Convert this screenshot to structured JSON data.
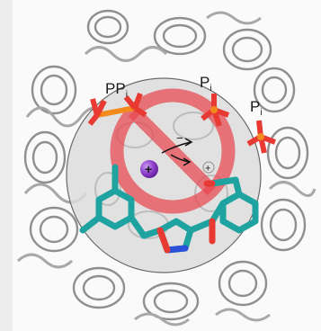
{
  "labels": {
    "ppi_main": "PP",
    "ppi_sub": "i",
    "pi1_main": "P",
    "pi1_sub": "i",
    "pi2_main": "P",
    "pi2_sub": "i",
    "cation_sign": "+",
    "minus_sign": "−",
    "plus_sign": "+"
  },
  "icons": {
    "prohibition": "no-entry-sign-icon",
    "cation": "cation-sphere-icon",
    "arrows": "diverging-arrows-icon"
  },
  "colors": {
    "background": "#ededed",
    "panel": "#fafafa",
    "protein": "#9a9a9a",
    "membrane_disc": "#d9d9d9",
    "prohibition": "#e8474d",
    "inhibitor_carbon": "#1fa3a0",
    "oxygen": "#e83a33",
    "nitrogen": "#2a4fd8",
    "phosphorus": "#f28a1e",
    "cation": "#8b3cc8"
  }
}
